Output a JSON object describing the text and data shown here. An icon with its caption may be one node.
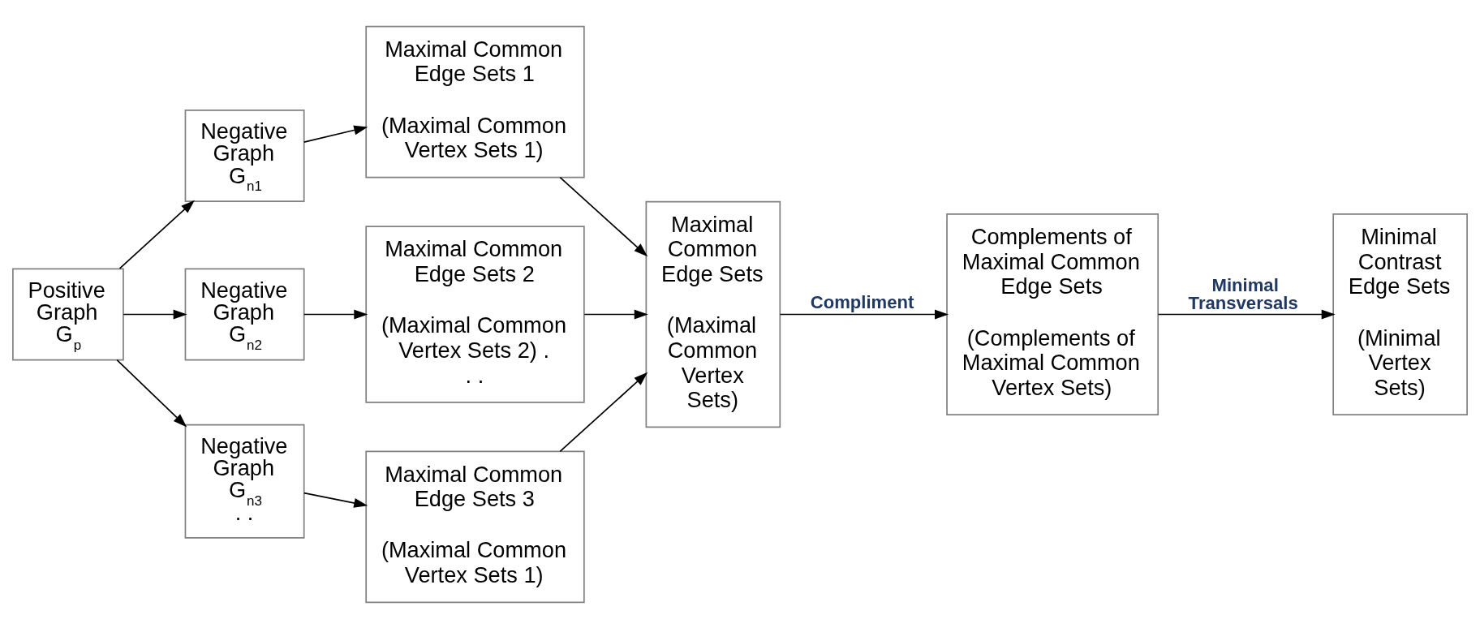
{
  "diagram": {
    "nodes": [
      {
        "text": [
          "Positive Graph G$_{p}$"
        ]
      },
      {
        "text": [
          "Negative Graph G$_{n1}$"
        ]
      },
      {
        "text": [
          "Maximal Common Edge Sets 1",
          "(Maximal Common Vertex Sets 1)"
        ]
      },
      {
        "text": [
          "Negative Graph G$_{n2}$"
        ]
      },
      {
        "text": [
          "Maximal Common Edge Sets 2",
          "(Maximal Common Vertex Sets 2) . . ."
        ]
      },
      {
        "text": [
          "Negative Graph G$_{n3}$ . ."
        ]
      },
      {
        "text": [
          "Maximal Common Edge Sets 3",
          "(Maximal Common Vertex Sets 1)"
        ]
      },
      {
        "text": [
          "Maximal Common Edge Sets",
          "(Maximal Common Vertex Sets)"
        ]
      },
      {
        "text": [
          "Complements of Maximal Common Edge Sets",
          "(Complements of Maximal Common Vertex Sets)"
        ]
      },
      {
        "text": [
          "Minimal Contrast Edge Sets",
          "(Minimal Vertex Sets)"
        ]
      }
    ],
    "edges": [
      {
        "from": 0,
        "to": 1,
        "arrow": "to"
      },
      {
        "from": 0,
        "to": 3,
        "arrow": "to"
      },
      {
        "from": 0,
        "to": 5,
        "arrow": "to"
      },
      {
        "from": 1,
        "to": 2,
        "arrow": "to"
      },
      {
        "from": 3,
        "to": 4,
        "arrow": "to"
      },
      {
        "from": 5,
        "to": 6,
        "arrow": "to"
      },
      {
        "from": 2,
        "to": 7,
        "arrow": "to"
      },
      {
        "from": 4,
        "to": 7,
        "arrow": "to"
      },
      {
        "from": 6,
        "to": 7,
        "arrow": "to"
      },
      {
        "from": 7,
        "to": 8,
        "arrow": "to",
        "label": "Compliment"
      },
      {
        "from": 8,
        "to": 9,
        "arrow": "to",
        "label": "Minimal Transversals"
      }
    ]
  }
}
